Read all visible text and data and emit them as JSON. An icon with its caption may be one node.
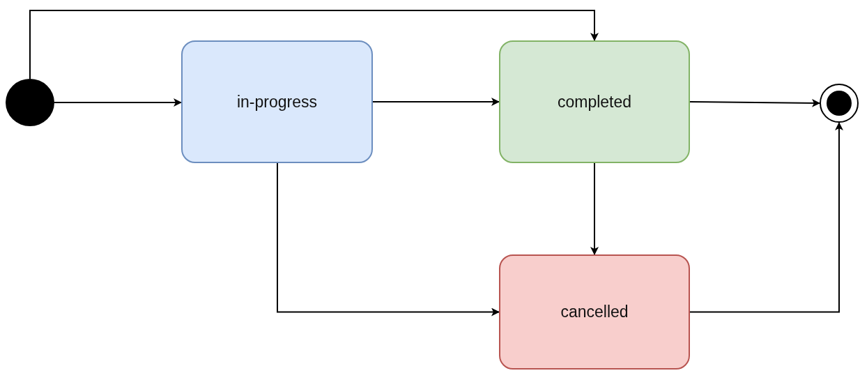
{
  "diagram": {
    "nodes": [
      {
        "text": [],
        "shape": "circle"
      },
      {
        "text": [
          "in-progress"
        ]
      },
      {
        "text": [
          "completed"
        ]
      },
      {
        "text": [
          "cancelled"
        ]
      },
      {
        "text": [],
        "shape": "circle"
      }
    ],
    "edges": [
      {
        "from": 0,
        "to": 1,
        "arrow": "to"
      },
      {
        "from": 0,
        "to": 2,
        "arrow": "to"
      },
      {
        "from": 1,
        "to": 2,
        "arrow": "to"
      },
      {
        "from": 2,
        "to": 4,
        "arrow": "to"
      },
      {
        "from": 2,
        "to": 3,
        "arrow": "to"
      },
      {
        "from": 1,
        "to": 3,
        "arrow": "to"
      },
      {
        "from": 3,
        "to": 4,
        "arrow": "to"
      }
    ]
  }
}
